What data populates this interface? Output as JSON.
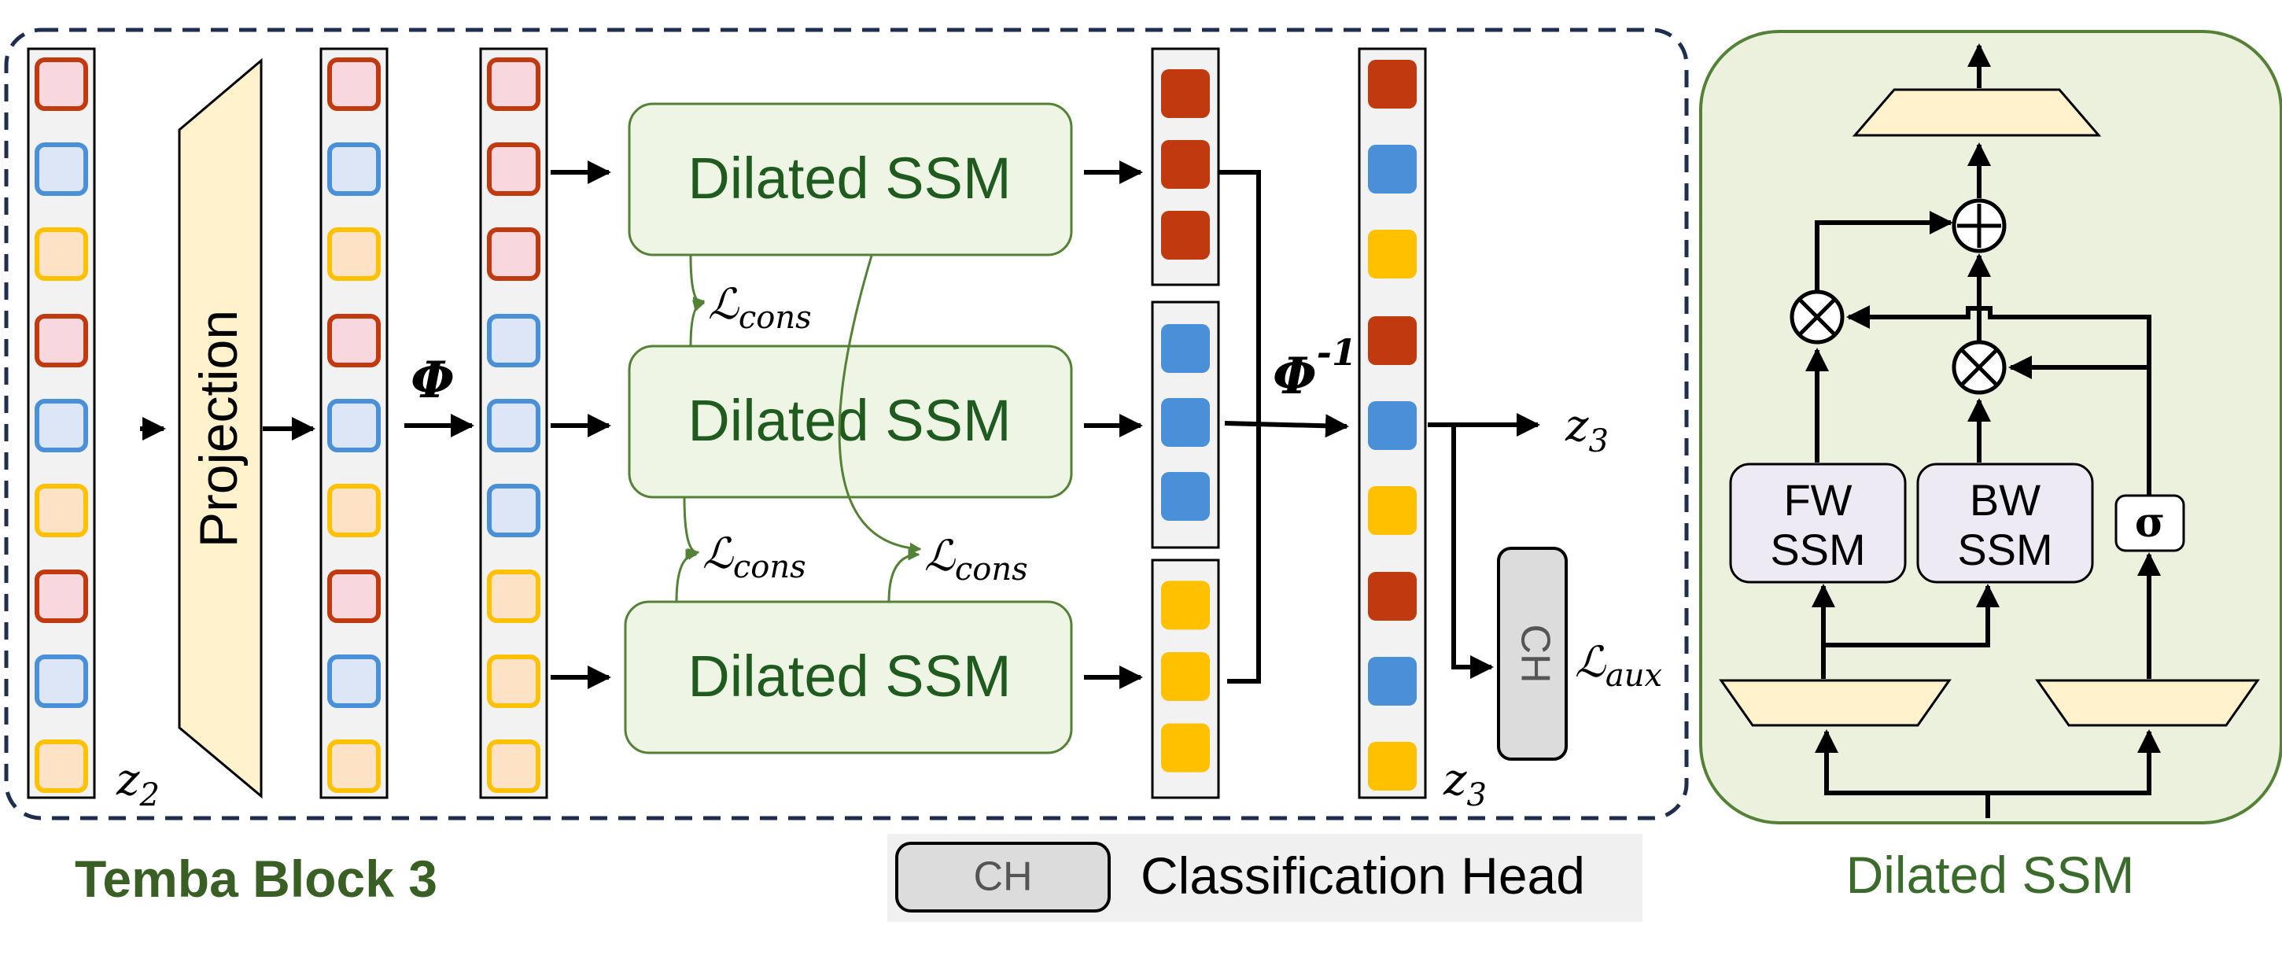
{
  "block_title": "Temba Block 3",
  "projection_label": "Projection",
  "phi_label": "Φ",
  "phi_inv": {
    "base": "Φ",
    "sup": "-1"
  },
  "ssm_box_label": "Dilated SSM",
  "loss_cons": {
    "script": "ℒ",
    "sub": "cons"
  },
  "loss_aux": {
    "script": "ℒ",
    "sub": "aux"
  },
  "z2": {
    "base": "z",
    "sub": "2"
  },
  "z3": {
    "base": "z",
    "sub": "3"
  },
  "ch_label": "CH",
  "legend": {
    "key": "CH",
    "text": "Classification Head"
  },
  "detail": {
    "title": "Dilated SSM",
    "fw": [
      "FW",
      "SSM"
    ],
    "bw": [
      "BW",
      "SSM"
    ],
    "sigma": "σ",
    "plus": "⊕",
    "times": "⊗"
  },
  "colors": {
    "red": "#c0390f",
    "blue": "#4a90d9",
    "yellow": "#ffc000",
    "light_red": "#f8d7de",
    "light_blue": "#dde6f6",
    "light_yellow": "#fde2c6",
    "green_text": "#1f5a1f",
    "green_edge": "#538135",
    "ssm_fill": "#eef5e4",
    "proj_fill": "#fff2cc",
    "panel_fill": "#ebf1dd",
    "dark_dash": "#1f2e4f"
  }
}
